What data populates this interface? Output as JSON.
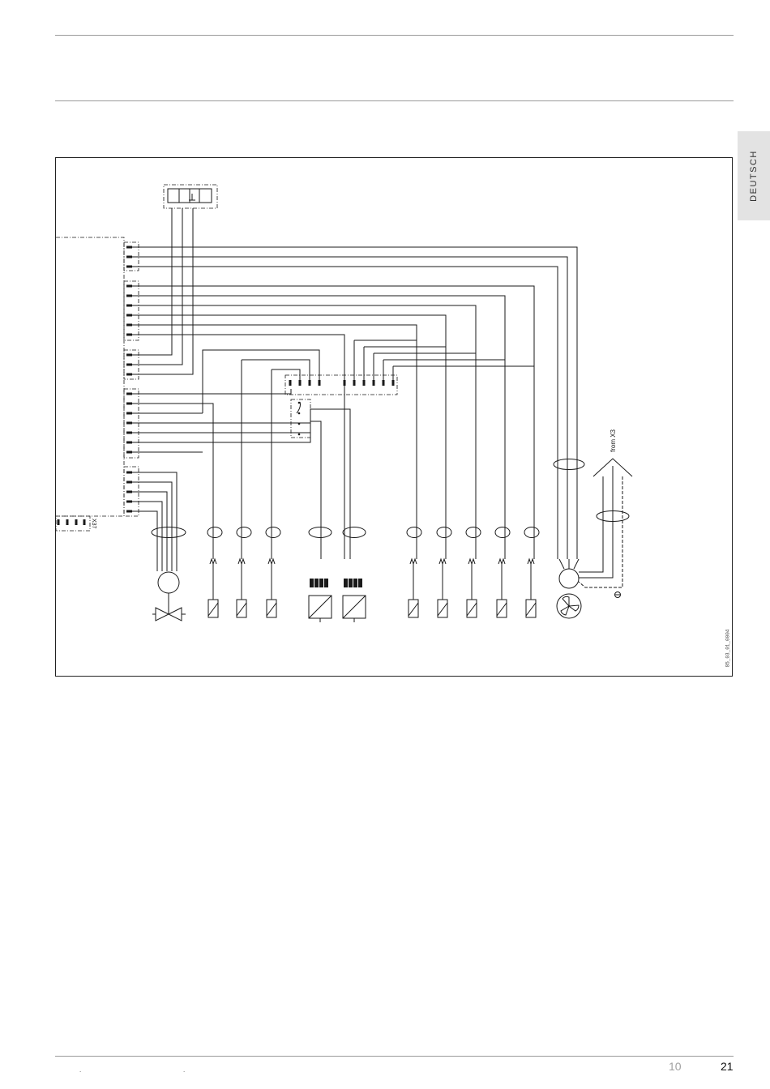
{
  "side_tab": {
    "label": "DEUTSCH"
  },
  "diagram": {
    "connector_label": "X37",
    "arrow_label": "from X3",
    "figure_code": "85_03_01_0004"
  },
  "footer": {
    "page_left": "10",
    "page_right": "21",
    "marks": [
      ".",
      "."
    ]
  },
  "colors": {
    "ink": "#1a1a1a",
    "rule": "#9a9a9a",
    "tab": "#e3e3e3"
  }
}
